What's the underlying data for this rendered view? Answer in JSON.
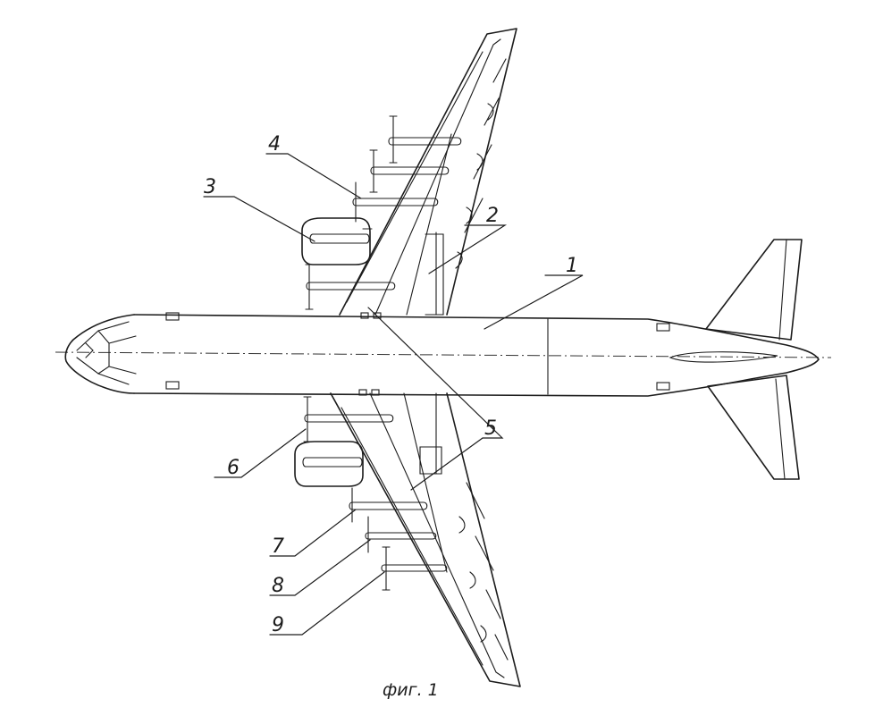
{
  "figure": {
    "caption": "фиг. 1",
    "callouts": [
      {
        "id": "1",
        "label": "1"
      },
      {
        "id": "2",
        "label": "2"
      },
      {
        "id": "3",
        "label": "3"
      },
      {
        "id": "4",
        "label": "4"
      },
      {
        "id": "5",
        "label": "5"
      },
      {
        "id": "6",
        "label": "6"
      },
      {
        "id": "7",
        "label": "7"
      },
      {
        "id": "8",
        "label": "8"
      },
      {
        "id": "9",
        "label": "9"
      }
    ]
  },
  "colors": {
    "ink": "#1c1c1c",
    "paper": "#ffffff"
  }
}
